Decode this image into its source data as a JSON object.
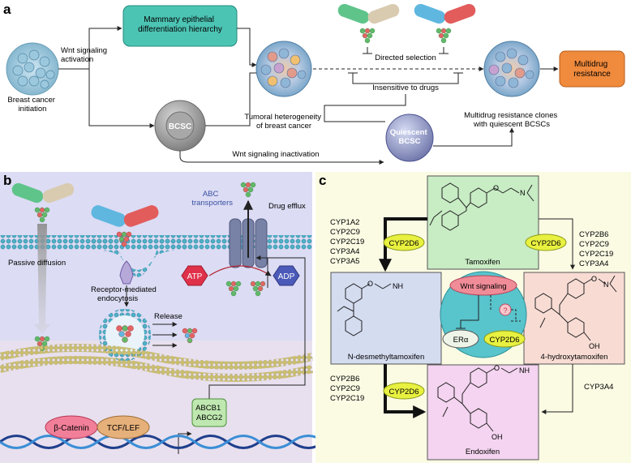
{
  "panel_a": {
    "panel_label": "a",
    "breast_cancer_initiation": [
      "Breast cancer",
      "initiation"
    ],
    "wnt_activation": [
      "Wnt signaling",
      "activation"
    ],
    "mammary_box": [
      "Mammary epithelial",
      "differentiation hierarchy"
    ],
    "bcsc": "BCSC",
    "tumoral": [
      "Tumoral heterogeneity",
      "of breast cancer"
    ],
    "directed_selection": "Directed selection",
    "insensitive": "Insensitive to drugs",
    "mdr_clones": [
      "Multidrug resistance clones",
      "with quiescent BCSCs"
    ],
    "multidrug_box": [
      "Multidrug",
      "resistance"
    ],
    "quiescent_bcsc": [
      "Quiescent",
      "BCSC"
    ],
    "wnt_inactivation": "Wnt signaling inactivation"
  },
  "panel_b": {
    "panel_label": "b",
    "abc": [
      "ABC",
      "transporters"
    ],
    "drug_efflux": "Drug efflux",
    "passive_diffusion": "Passive diffusion",
    "receptor_mediated": [
      "Receptor-mediated",
      "endocytosis"
    ],
    "atp": "ATP",
    "adp": "ADP",
    "release": "Release",
    "abc_genes": [
      "ABCB1",
      "ABCG2"
    ],
    "beta_catenin": "β-Catenin",
    "tcf_lef": "TCF/LEF"
  },
  "panel_c": {
    "panel_label": "c",
    "tamoxifen": "Tamoxifen",
    "n_desmethyl": "N-desmethyltamoxifen",
    "hydroxy": "4-hydroxytamoxifen",
    "endoxifen": "Endoxifen",
    "cyp2d6": "CYP2D6",
    "left_enzymes": [
      "CYP1A2",
      "CYP2C9",
      "CYP2C19",
      "CYP3A4",
      "CYP3A5"
    ],
    "right_enzymes": [
      "CYP2B6",
      "CYP2C9",
      "CYP2C19",
      "CYP3A4"
    ],
    "lower_left_enzymes": [
      "CYP2B6",
      "CYP2C9",
      "CYP2C19"
    ],
    "cyp3a4": "CYP3A4",
    "wnt_signaling": "Wnt signaling",
    "er_alpha": "ERα",
    "question": "?",
    "atom_n": "N",
    "atom_nh": "NH",
    "atom_oh": "OH"
  },
  "colors": {
    "teal_box": "#4cc4b4",
    "orange_box": "#f08a3c",
    "panel_b_bg": "#dcdcf4",
    "panel_c_bg": "#fbfbe4",
    "tamoxifen_box": "#c8ecc4",
    "ndesmethyl_box": "#d4dcf0",
    "hydroxy_box": "#f8dcd4",
    "endoxifen_box": "#f4d4f0",
    "cyp_badge": "#e8f040",
    "wnt_oval": "#f08c98",
    "center_circle": "#58c4cc"
  }
}
